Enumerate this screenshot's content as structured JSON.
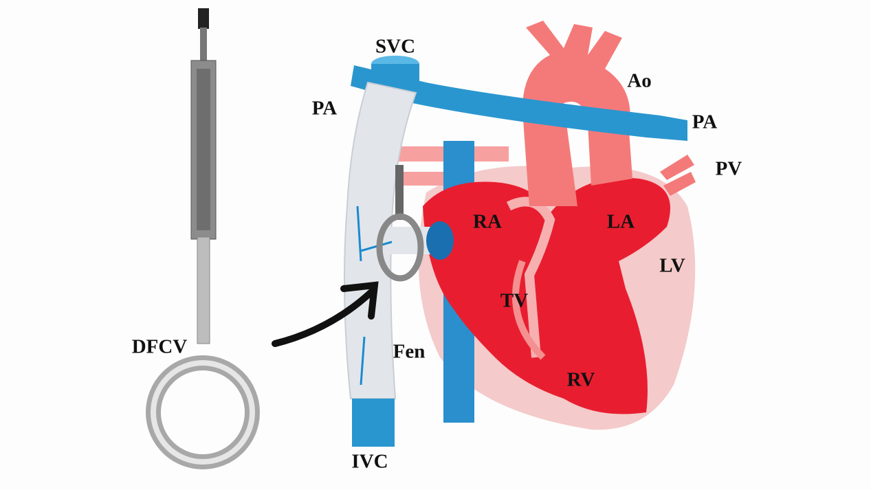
{
  "labels": {
    "svc": "SVC",
    "ao": "Ao",
    "pa_left": "PA",
    "pa_right": "PA",
    "pv": "PV",
    "ra": "RA",
    "la": "LA",
    "lv": "LV",
    "tv": "TV",
    "rv": "RV",
    "fen": "Fen",
    "ivc": "IVC",
    "dfcv": "DFCV"
  },
  "colors": {
    "vein_blue": "#2a96cf",
    "artery_pink": "#f47a7a",
    "heart_red": "#ec1c2e",
    "heart_outer": "#f4c8c8",
    "conduit": "#e4e8ec",
    "device_metal": "#9a9a9a"
  }
}
